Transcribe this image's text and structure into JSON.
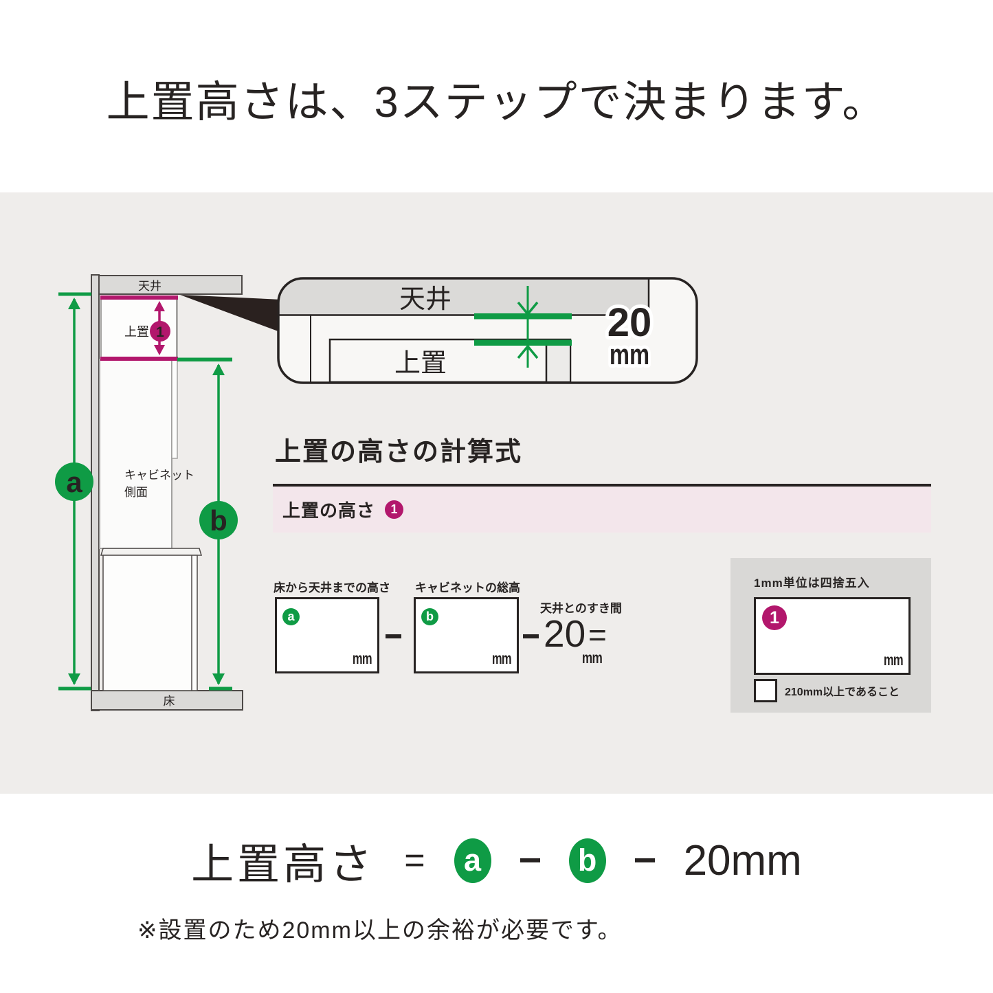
{
  "page": {
    "title": "上置高さは、3ステップで決まります。",
    "note": "※設置のため20mm以上の余裕が必要です。"
  },
  "colors": {
    "green": "#0f9b45",
    "magenta": "#b2176c",
    "band_bg": "#efedeb",
    "panel_gray": "#d9d8d6",
    "pink_band": "#f3e6eb",
    "ink": "#272322"
  },
  "diagram": {
    "ceiling_label": "天井",
    "floor_label": "床",
    "upper_label": "上置",
    "upper_badge": "1",
    "cabinet_label_line1": "キャビネット",
    "cabinet_label_line2": "側面",
    "badge_a": "a",
    "badge_b": "b"
  },
  "callout": {
    "ceiling_label": "天井",
    "upper_label": "上置",
    "gap_value": "20",
    "gap_unit": "mm"
  },
  "formula_section": {
    "heading": "上置の高さの計算式",
    "band_label": "上置の高さ",
    "band_badge": "1",
    "box_a_label": "床から天井までの高さ",
    "box_a_badge": "a",
    "box_a_unit": "mm",
    "box_b_label": "キャビネットの総高",
    "box_b_badge": "b",
    "box_b_unit": "mm",
    "gap_label": "天井とのすき間",
    "gap_value": "20",
    "gap_equals": "=",
    "gap_unit": "mm",
    "result_label": "1mm単位は四捨五入",
    "result_badge": "1",
    "result_unit": "mm",
    "check_label": "210mm以上であること"
  },
  "bottom_formula": {
    "lhs": "上置高さ",
    "equals": "=",
    "badge_a": "a",
    "badge_b": "b",
    "rhs": "20mm"
  }
}
